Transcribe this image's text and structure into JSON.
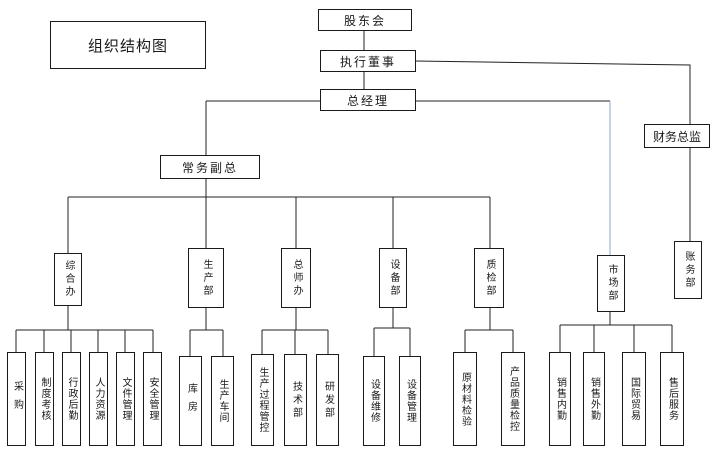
{
  "diagram_title": "组织结构图",
  "nodes": {
    "shareholders": "股东会",
    "executive_director": "执行董事",
    "general_manager": "总经理",
    "executive_vp": "常务副总",
    "finance_director": "财务总监",
    "accounts": "账务部",
    "admin_office": "综合办",
    "production": "生产部",
    "chief_engineer": "总师办",
    "equipment": "设备部",
    "quality": "质检部",
    "market": "市场部",
    "procurement": "采购",
    "appraisal": "制度考核",
    "logistics": "行政后勤",
    "hr": "人力资源",
    "documents": "文件管理",
    "safety": "安全管理",
    "warehouse": "库房",
    "workshop": "生产车间",
    "process_control": "生产过程管控",
    "technical": "技术部",
    "rnd": "研发部",
    "maintenance": "设备维修",
    "equipment_mgmt": "设备管理",
    "material_inspection": "原材料检验",
    "product_quality": "产品质量检控",
    "domestic_sales": "销售内勤",
    "field_sales": "销售外勤",
    "intl_trade": "国际贸易",
    "after_sales": "售后服务"
  }
}
